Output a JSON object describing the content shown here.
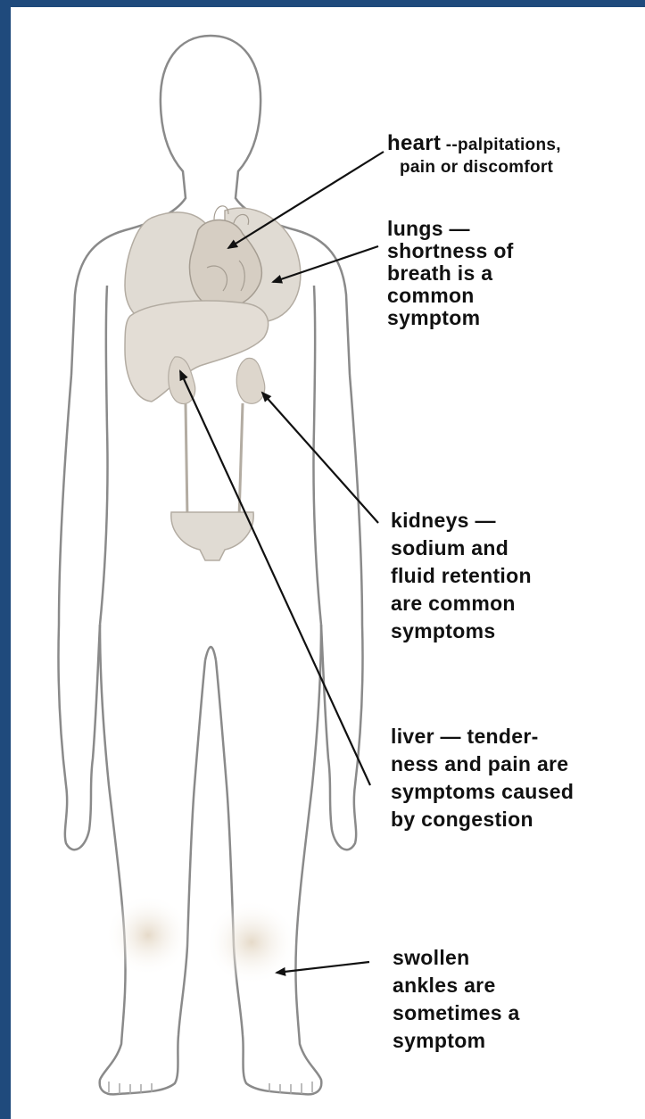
{
  "labels": {
    "heart": {
      "line1_a": "heart",
      "line1_b": " --palpitations,",
      "line2": "pain or discomfort"
    },
    "lungs": [
      "lungs —",
      "shortness of",
      "breath is a",
      "common",
      "symptom"
    ],
    "kidneys": [
      "kidneys —",
      "sodium and",
      "fluid retention",
      "are common",
      "symptoms"
    ],
    "liver": [
      "liver — tender-",
      "ness and pain are",
      "symptoms caused",
      "by congestion"
    ],
    "ankles": [
      "swollen",
      "ankles are",
      "sometimes a",
      "symptom"
    ]
  },
  "colors": {
    "frame": "#1f4a7c",
    "background": "#ffffff",
    "outline": "#8a8a8a",
    "organ_fill": "#e0dbd3",
    "organ_stroke": "#b3aca2",
    "arrow": "#111111",
    "swelling": "#e6dccd"
  }
}
